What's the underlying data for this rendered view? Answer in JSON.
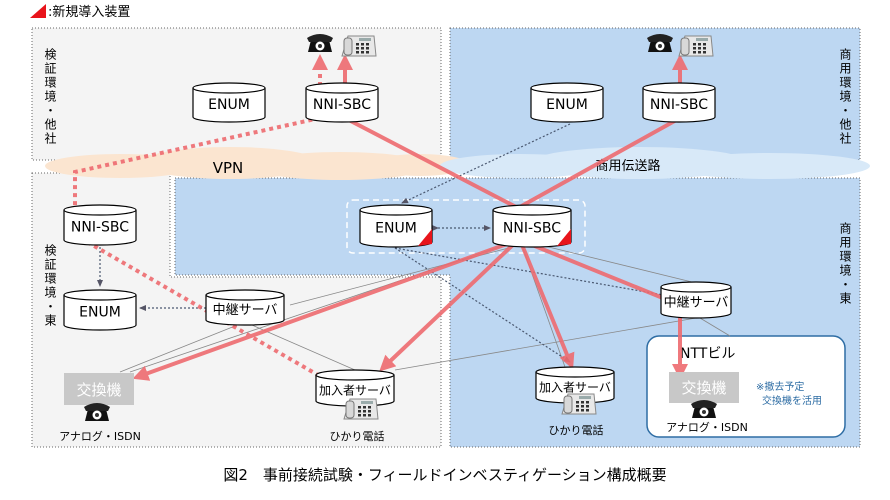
{
  "legend": {
    "label": ":新規導入装置",
    "marker_color": "#e8141b"
  },
  "zones": {
    "verify_other": "検証環境・他社",
    "commercial_other": "商用環境・他社",
    "verify_east": "検証環境・東",
    "commercial_east": "商用環境・東"
  },
  "networks": {
    "vpn": "VPN",
    "commercial_transport": "商用伝送路"
  },
  "nodes": {
    "enum": "ENUM",
    "nni_sbc": "NNI-SBC",
    "relay_server": "中継サーバ",
    "subscriber_server": "加入者サーバ",
    "exchange": "交換機",
    "ntt_building": "NTTビル",
    "note_line1": "※撤去予定",
    "note_line2": "交換機を活用",
    "analog_isdn": "アナログ・ISDN",
    "hikari_phone": "ひかり電話"
  },
  "caption": "図2　事前接続試験・フィールドインベスティゲーション構成概要",
  "colors": {
    "verify_bg": "#f4f4f4",
    "commercial_bg": "#bdd7f2",
    "vpn_cloud": "#fbe5d0",
    "route_red": "#ee6b70",
    "ntt_border": "#2e6da4"
  }
}
